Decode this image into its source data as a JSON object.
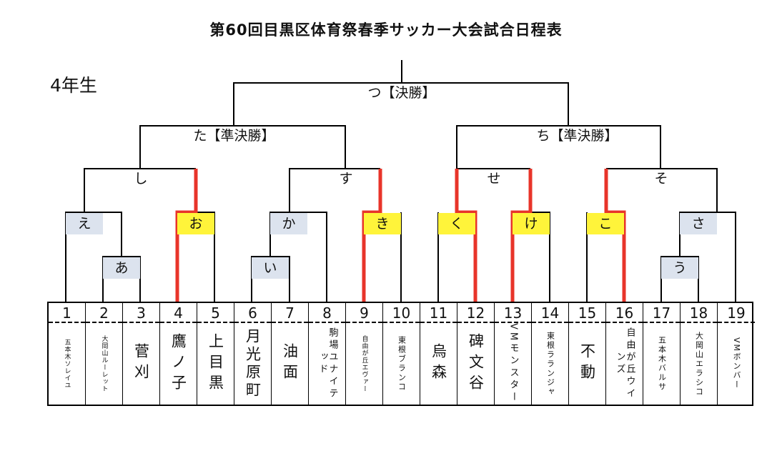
{
  "title": "第60回目黒区体育祭春季サッカー大会試合日程表",
  "grade": "4年生",
  "matches": {
    "final": "つ【決勝】",
    "semi_left": "た【準決勝】",
    "semi_right": "ち【準決勝】",
    "shi": "し",
    "su": "す",
    "se": "せ",
    "so": "そ",
    "e": "え",
    "o": "お",
    "ka": "か",
    "ki": "き",
    "ku": "く",
    "ke": "け",
    "ko": "こ",
    "sa": "さ",
    "a": "あ",
    "i": "い",
    "u": "う"
  },
  "colors": {
    "winner_line": "#e8342a",
    "winner_box": "#fff43a",
    "match_box": "#dce3ee"
  },
  "teams": [
    {
      "no": "1",
      "name": "五本木ソレイユ"
    },
    {
      "no": "2",
      "name": "大岡山ルーレット"
    },
    {
      "no": "3",
      "name": "菅刈"
    },
    {
      "no": "4",
      "name": "鷹ノ子"
    },
    {
      "no": "5",
      "name": "上目黒"
    },
    {
      "no": "6",
      "name": "月光原町"
    },
    {
      "no": "7",
      "name": "油面"
    },
    {
      "no": "8",
      "name": "駒場ユナイテッド"
    },
    {
      "no": "9",
      "name": "自由が丘エヴァー"
    },
    {
      "no": "10",
      "name": "東根ブランコ"
    },
    {
      "no": "11",
      "name": "烏森"
    },
    {
      "no": "12",
      "name": "碑文谷"
    },
    {
      "no": "13",
      "name": "VMモンスター"
    },
    {
      "no": "14",
      "name": "東根ラランジャ"
    },
    {
      "no": "15",
      "name": "不動"
    },
    {
      "no": "16",
      "name": "自由が丘ウインズ"
    },
    {
      "no": "17",
      "name": "五本木バルサ"
    },
    {
      "no": "18",
      "name": "大岡山エラシコ"
    },
    {
      "no": "19",
      "name": "VMボンバー"
    }
  ]
}
